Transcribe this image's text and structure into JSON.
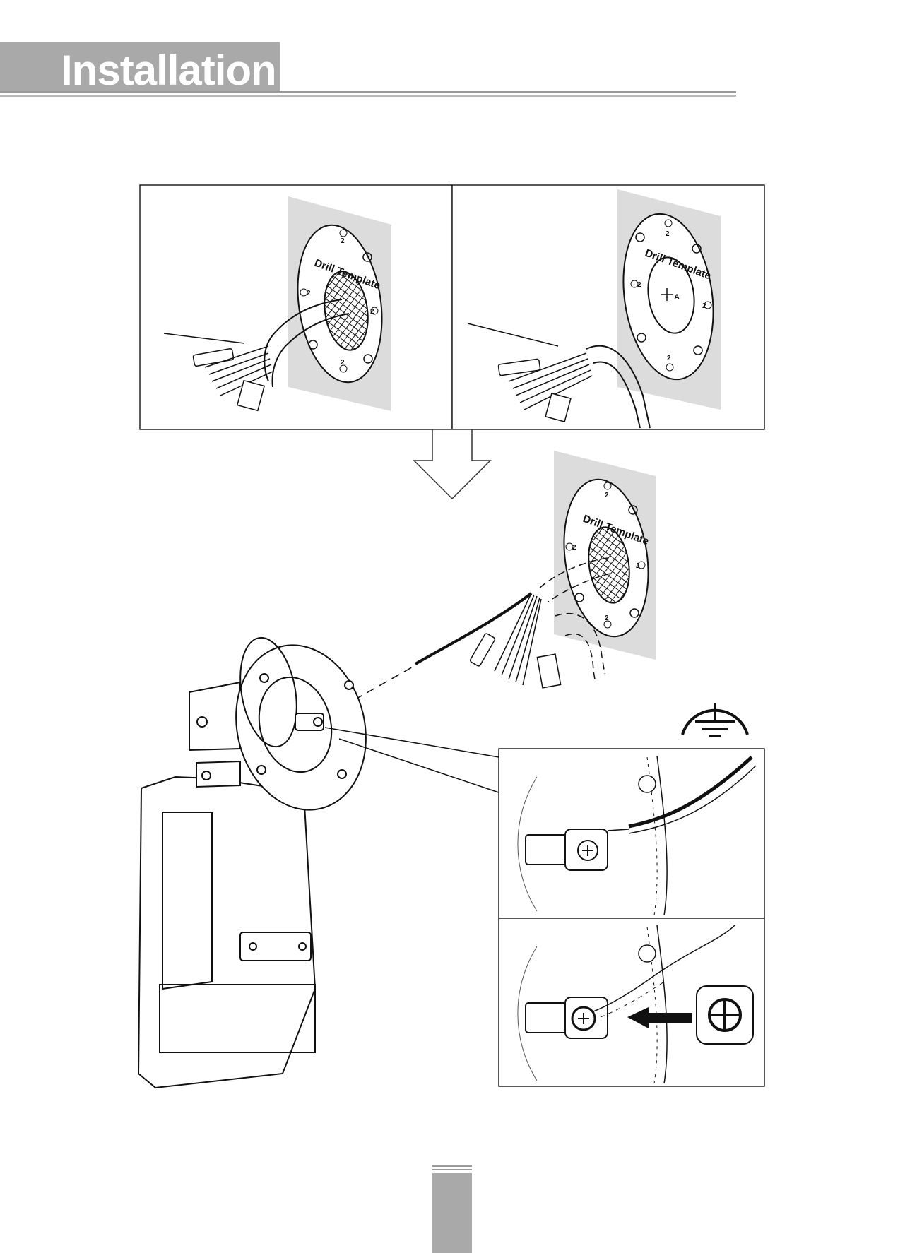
{
  "header": {
    "title": "Installation"
  },
  "figure": {
    "drill_template_label": "Drill Template",
    "hole_mark_2": "2",
    "hole_mark_a": "A"
  },
  "colors": {
    "header_gray": "#a9a9a9",
    "template_gray": "#dcdcdc",
    "line": "#1a1a1a"
  },
  "icons": [
    "ground-symbol-icon",
    "phillips-screwdriver-icon",
    "arrow-down-icon",
    "arrow-left-icon"
  ]
}
